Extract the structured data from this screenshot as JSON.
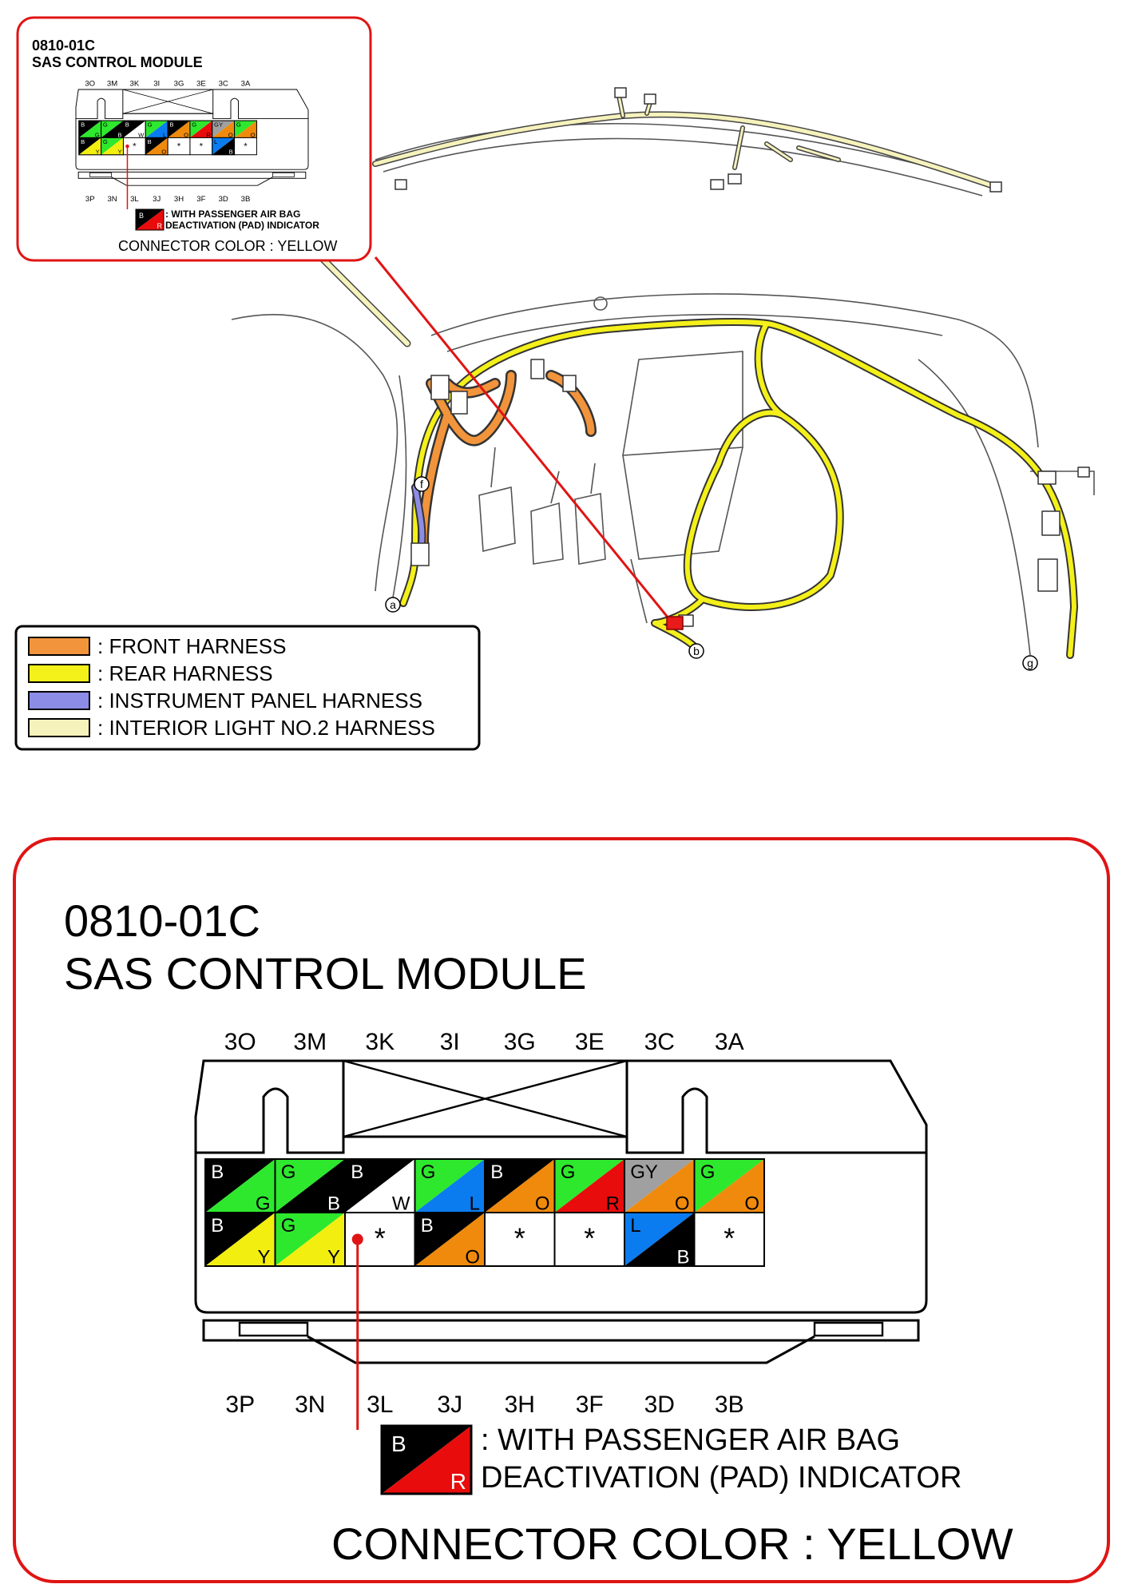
{
  "colors": {
    "B": "#000000",
    "G": "#2ee82e",
    "W": "#ffffff",
    "L": "#0a7cf0",
    "O": "#f08a0c",
    "R": "#e80c0c",
    "GY": "#a0a0a0",
    "Y": "#f2ee10",
    "outline": "#e01414",
    "front_harness": "#f2943c",
    "rear_harness": "#f4f01a",
    "instrument_panel_harness": "#8c8ce6",
    "interior_light_harness": "#f6f2bc"
  },
  "connector": {
    "code": "0810-01C",
    "name": "SAS CONTROL MODULE",
    "top_terminals": [
      "3O",
      "3M",
      "3K",
      "3I",
      "3G",
      "3E",
      "3C",
      "3A"
    ],
    "bottom_terminals": [
      "3P",
      "3N",
      "3L",
      "3J",
      "3H",
      "3F",
      "3D",
      "3B"
    ],
    "top_row": [
      {
        "c1": "B",
        "c2": "G"
      },
      {
        "c1": "G",
        "c2": "B"
      },
      {
        "c1": "B",
        "c2": "W"
      },
      {
        "c1": "G",
        "c2": "L"
      },
      {
        "c1": "B",
        "c2": "O"
      },
      {
        "c1": "G",
        "c2": "R"
      },
      {
        "c1": "GY",
        "c2": "O"
      },
      {
        "c1": "G",
        "c2": "O"
      }
    ],
    "bottom_row": [
      {
        "c1": "B",
        "c2": "Y"
      },
      {
        "c1": "G",
        "c2": "Y"
      },
      {
        "c1": "*",
        "c2": "",
        "marker": true
      },
      {
        "c1": "B",
        "c2": "O"
      },
      {
        "c1": "*",
        "c2": ""
      },
      {
        "c1": "*",
        "c2": ""
      },
      {
        "c1": "L",
        "c2": "B"
      },
      {
        "c1": "*",
        "c2": ""
      }
    ],
    "note_wire": {
      "c1": "B",
      "c2": "R"
    },
    "note_line1": ": WITH PASSENGER AIR BAG",
    "note_line2": "DEACTIVATION (PAD) INDICATOR",
    "connector_color": "CONNECTOR COLOR : YELLOW"
  },
  "legend": [
    {
      "label": ": FRONT HARNESS",
      "color": "#f2943c"
    },
    {
      "label": ": REAR HARNESS",
      "color": "#f4f01a"
    },
    {
      "label": ": INSTRUMENT PANEL HARNESS",
      "color": "#8c8ce6"
    },
    {
      "label": ": INTERIOR LIGHT NO.2 HARNESS",
      "color": "#f6f2bc"
    }
  ],
  "ground_points": [
    "a",
    "b",
    "f",
    "g"
  ]
}
